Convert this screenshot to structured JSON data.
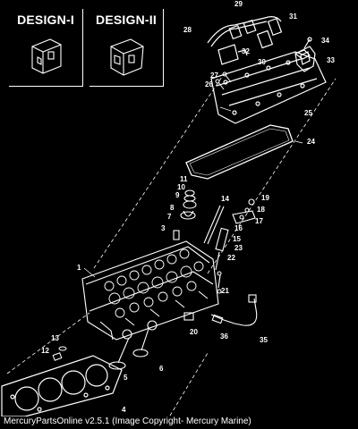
{
  "design_boxes": [
    {
      "label": "DESIGN-I"
    },
    {
      "label": "DESIGN-II"
    }
  ],
  "callouts": [
    "1",
    "3",
    "4",
    "5",
    "6",
    "7",
    "8",
    "9",
    "10",
    "11",
    "12",
    "13",
    "14",
    "15",
    "16",
    "17",
    "18",
    "19",
    "20",
    "21",
    "22",
    "23",
    "24",
    "25",
    "26",
    "27",
    "28",
    "29",
    "30",
    "31",
    "32",
    "33",
    "34",
    "35",
    "36"
  ],
  "caption": "MercuryPartsOnline v2.5.1 (Image Copyright- Mercury Marine)"
}
